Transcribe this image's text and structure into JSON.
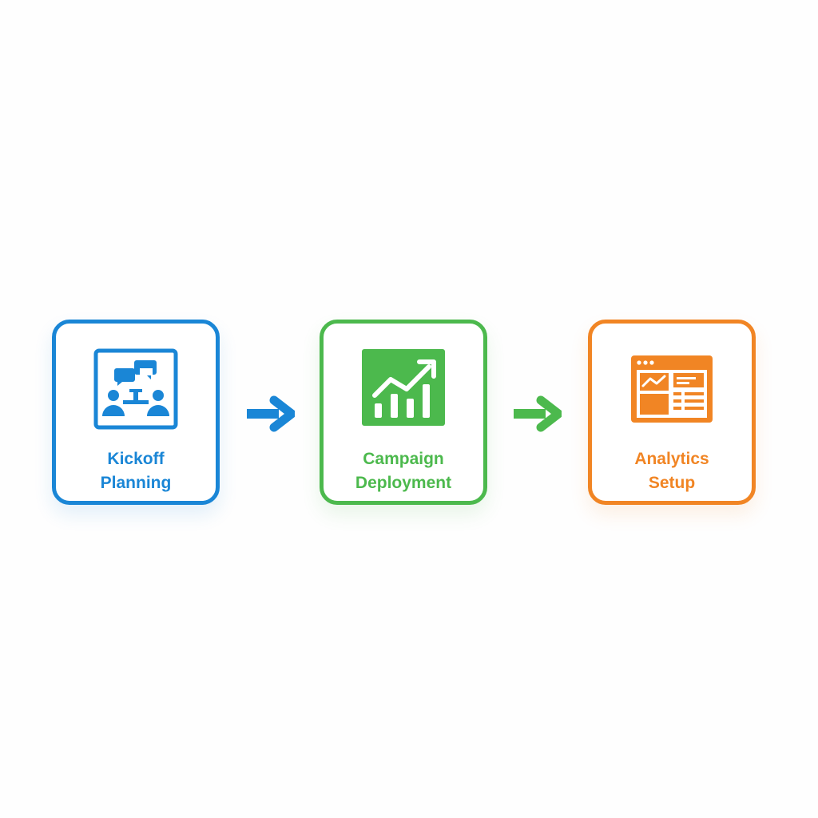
{
  "colors": {
    "step1": "#1a86d6",
    "step2": "#4cb94d",
    "step3": "#f18524"
  },
  "steps": [
    {
      "line1": "Kickoff",
      "line2": "Planning",
      "icon": "meeting-icon"
    },
    {
      "line1": "Campaign",
      "line2": "Deployment",
      "icon": "growth-chart-icon"
    },
    {
      "line1": "Analytics",
      "line2": "Setup",
      "icon": "dashboard-icon"
    }
  ],
  "arrows": [
    {
      "icon": "arrow-right-icon"
    },
    {
      "icon": "arrow-right-icon"
    }
  ]
}
